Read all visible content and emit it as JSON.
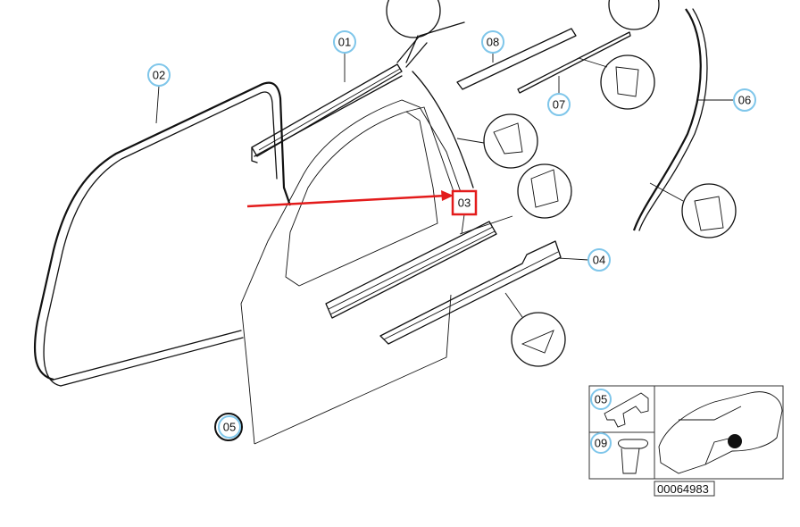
{
  "callouts": {
    "c01": "01",
    "c02": "02",
    "c03": "03",
    "c04": "04",
    "c05": "05",
    "c06": "06",
    "c07": "07",
    "c08": "08"
  },
  "inset": {
    "c05": "05",
    "c09": "09",
    "part_number": "00064983"
  },
  "highlight": {
    "target": "03",
    "color": "#e31b1b"
  },
  "colors": {
    "callout_ring": "#7fc6ea",
    "line": "#111111"
  }
}
